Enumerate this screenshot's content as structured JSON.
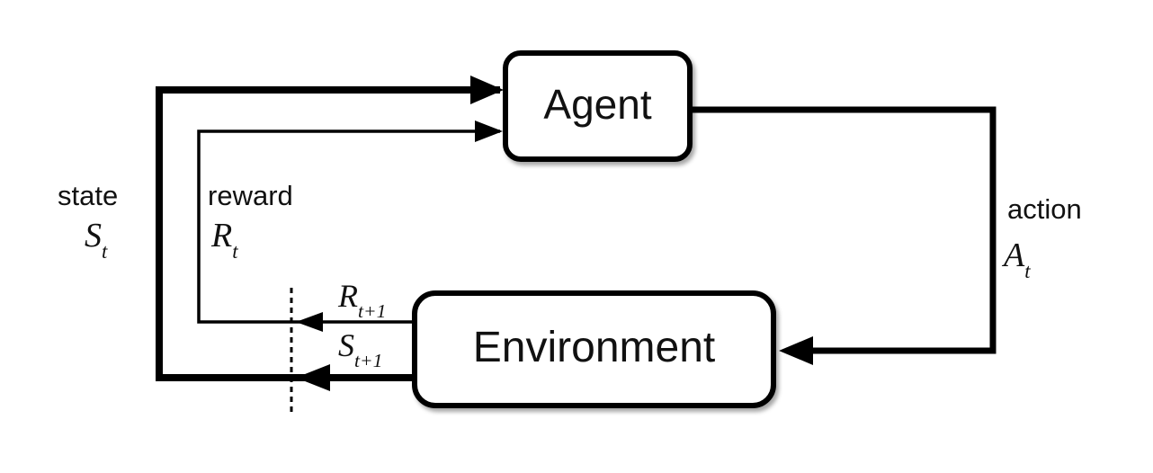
{
  "diagram": {
    "description": "Agent-Environment interaction loop (reinforcement learning)",
    "nodes": {
      "agent": {
        "label": "Agent"
      },
      "environment": {
        "label": "Environment"
      }
    },
    "edges": {
      "state": {
        "word": "state",
        "sym": "S",
        "sub": "t"
      },
      "reward": {
        "word": "reward",
        "sym": "R",
        "sub": "t"
      },
      "action": {
        "word": "action",
        "sym": "A",
        "sub": "t"
      },
      "next_reward": {
        "sym": "R",
        "sub": "t+1"
      },
      "next_state": {
        "sym": "S",
        "sub": "t+1"
      }
    },
    "colors": {
      "line": "#000000",
      "background": "#ffffff",
      "box_fill": "#ffffff",
      "box_border": "#000000",
      "text": "#111111"
    }
  }
}
